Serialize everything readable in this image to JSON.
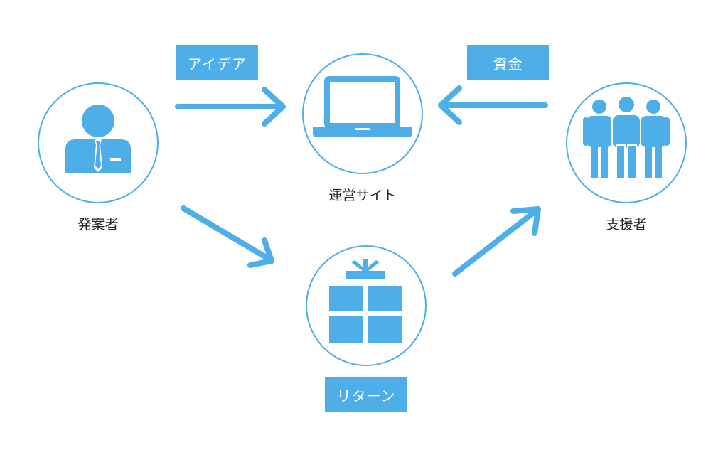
{
  "nodes": {
    "proposer": {
      "label": "発案者",
      "icon": "businessman-icon"
    },
    "site": {
      "label": "運営サイト",
      "icon": "laptop-icon"
    },
    "supporters": {
      "label": "支援者",
      "icon": "people-group-icon"
    },
    "reward": {
      "icon": "gift-box-icon"
    }
  },
  "flows": {
    "idea": "アイデア",
    "funds": "資金",
    "return": "リターン"
  },
  "colors": {
    "accent": "#4daee8",
    "label_text": "#222222",
    "background": "#ffffff"
  }
}
